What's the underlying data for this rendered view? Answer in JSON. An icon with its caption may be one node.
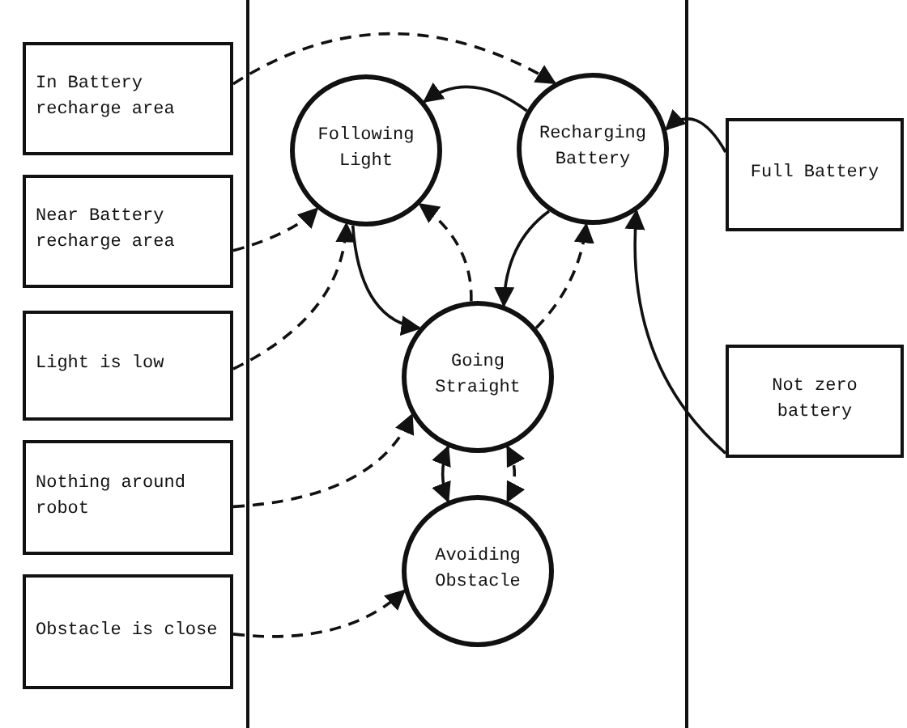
{
  "diagram": {
    "nodes": [
      {
        "text": [
          "In Battery recharge area"
        ]
      },
      {
        "text": [
          "Near Battery recharge area"
        ]
      },
      {
        "text": [
          "Light is low"
        ]
      },
      {
        "text": [
          "Nothing around robot"
        ]
      },
      {
        "text": [
          "Obstacle is close"
        ]
      },
      {
        "text": [
          "Following Light"
        ]
      },
      {
        "text": [
          "Recharging Battery"
        ]
      },
      {
        "text": [
          "Going Straight"
        ]
      },
      {
        "text": [
          "Avoiding Obstacle"
        ]
      },
      {
        "text": [
          "Full Battery"
        ]
      },
      {
        "text": [
          "Not zero battery"
        ]
      }
    ],
    "edges": [
      {
        "from": 0,
        "to": 6,
        "arrow": "to",
        "style": "dashed"
      },
      {
        "from": 1,
        "to": 5,
        "arrow": "to",
        "style": "dashed"
      },
      {
        "from": 2,
        "to": 5,
        "arrow": "to",
        "style": "dashed"
      },
      {
        "from": 3,
        "to": 7,
        "arrow": "to",
        "style": "dashed"
      },
      {
        "from": 4,
        "to": 8,
        "arrow": "to",
        "style": "dashed"
      },
      {
        "from": 6,
        "to": 5,
        "arrow": "to"
      },
      {
        "from": 5,
        "to": 7,
        "arrow": "to"
      },
      {
        "from": 7,
        "to": 5,
        "arrow": "to",
        "style": "dashed"
      },
      {
        "from": 6,
        "to": 7,
        "arrow": "to"
      },
      {
        "from": 7,
        "to": 6,
        "arrow": "to",
        "style": "dashed"
      },
      {
        "from": 7,
        "to": 8,
        "arrow": "both"
      },
      {
        "from": 7,
        "to": 8,
        "arrow": "both",
        "style": "dashed"
      },
      {
        "from": 9,
        "to": 6,
        "arrow": "to"
      },
      {
        "from": 10,
        "to": 6,
        "arrow": "to"
      }
    ]
  }
}
